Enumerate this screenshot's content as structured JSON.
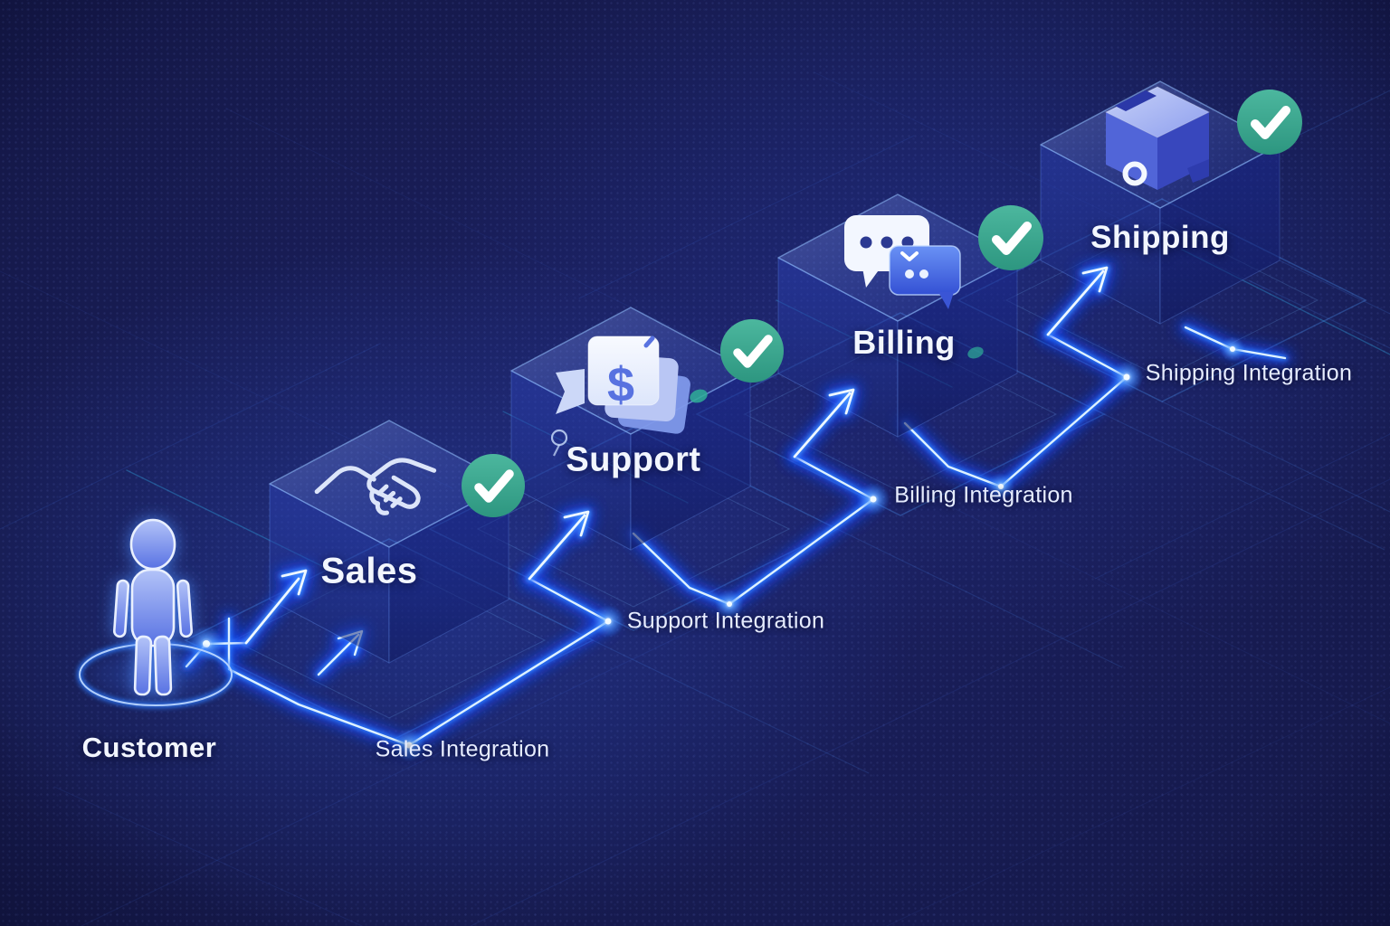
{
  "customer": {
    "label": "Customer",
    "icon": "person-icon"
  },
  "stages": [
    {
      "id": "sales",
      "label": "Sales",
      "integration_label": "Sales Integration",
      "icon": "handshake-icon",
      "status_icon": "check-circle-icon",
      "status": "complete"
    },
    {
      "id": "support",
      "label": "Support",
      "integration_label": "Support Integration",
      "icon": "invoice-dollar-icon",
      "icon_glyph": "$",
      "status_icon": "check-circle-icon",
      "status": "complete"
    },
    {
      "id": "billing",
      "label": "Billing",
      "integration_label": "Billing Integration",
      "icon": "chat-bubbles-icon",
      "status_icon": "check-circle-icon",
      "status": "complete"
    },
    {
      "id": "shipping",
      "label": "Shipping",
      "integration_label": "Shipping Integration",
      "icon": "package-icon",
      "status_icon": "check-circle-icon",
      "status": "complete"
    }
  ],
  "colors": {
    "background": "#161a4d",
    "trace_glow": "#2f7dff",
    "trace_core": "#e8f6ff",
    "check_badge": "#37a48e",
    "cube_edge": "#9ec3ff",
    "text_primary": "#f2f6ff"
  }
}
